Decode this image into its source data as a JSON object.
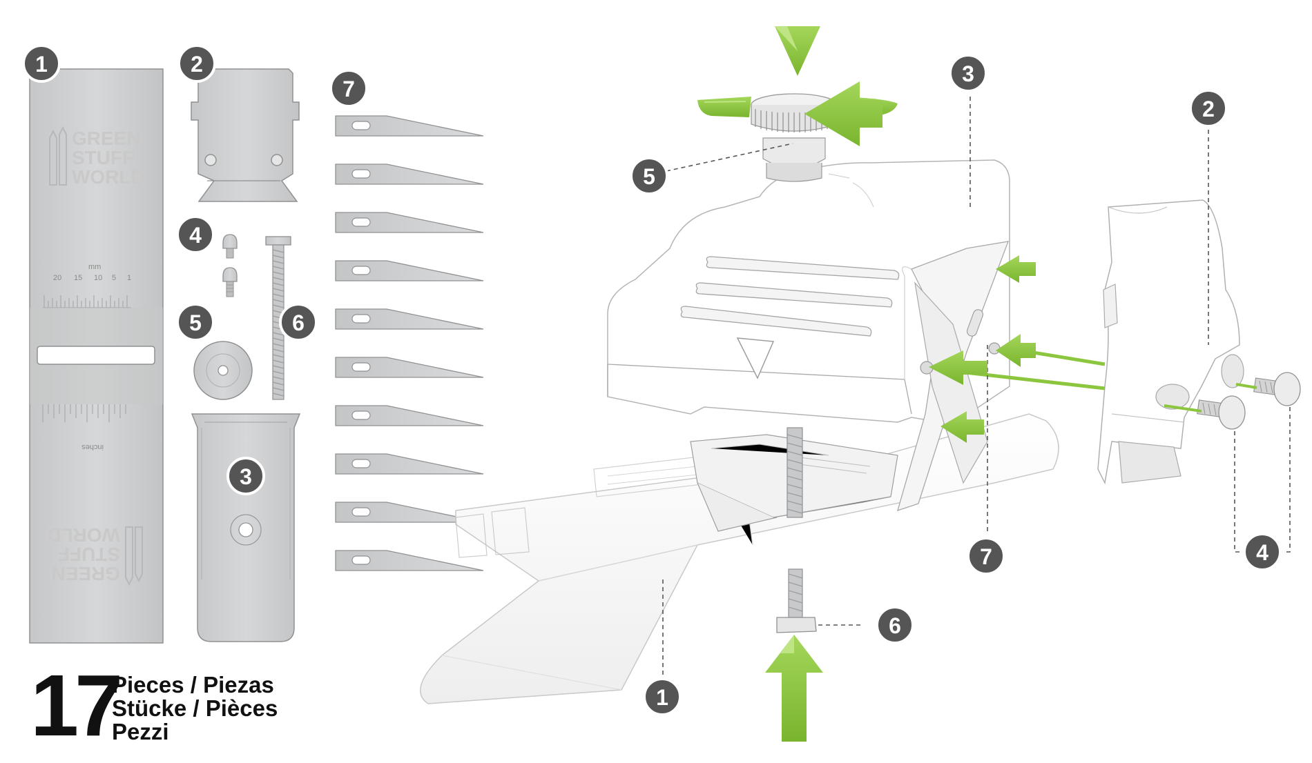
{
  "colors": {
    "accent_green": "#8cc63f",
    "accent_green_dark": "#5f9e1e",
    "badge_fill": "#555555",
    "part_gray": "#cfd0d1",
    "part_outline": "#8f9092",
    "assembly_white": "#ffffff",
    "text_dark": "#111111"
  },
  "parts_list": [
    {
      "number": "1",
      "part": "base-plate"
    },
    {
      "number": "2",
      "part": "side-plate"
    },
    {
      "number": "3",
      "part": "blade-holder"
    },
    {
      "number": "4",
      "part": "screws"
    },
    {
      "number": "5",
      "part": "knob"
    },
    {
      "number": "6",
      "part": "threaded-rod-with-nut"
    },
    {
      "number": "7",
      "part": "blades"
    }
  ],
  "base_plate": {
    "logo_lines": [
      "GREEN",
      "STUFF",
      "WORLD"
    ],
    "mm_label": "mm",
    "mm_ticks": [
      "20",
      "15",
      "10",
      "5",
      "1"
    ],
    "inches_label": "inches"
  },
  "assembly_callouts": [
    "5",
    "3",
    "2",
    "7",
    "4",
    "6",
    "1"
  ],
  "caption": {
    "count": "17",
    "line1": "Pieces / Piezas",
    "line2": "Stücke / Pièces",
    "line3": "Pezzi"
  },
  "icons": [
    "arrow-down-icon",
    "rotate-arrow-icon",
    "arrow-left-icon",
    "arrow-up-icon"
  ]
}
